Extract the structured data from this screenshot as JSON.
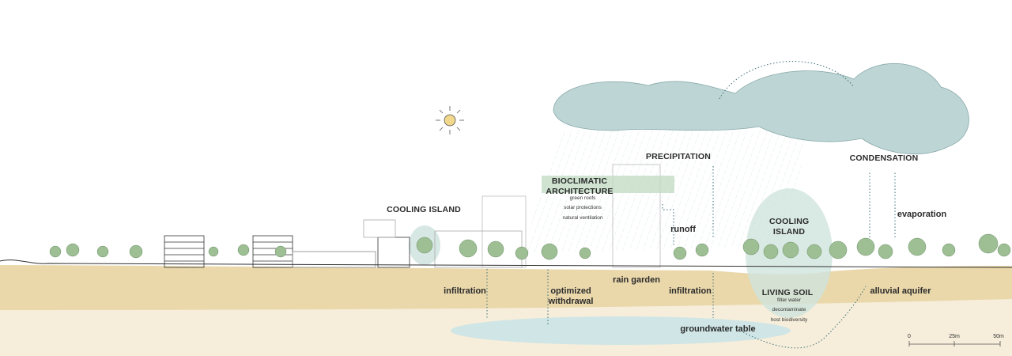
{
  "labels": {
    "cooling_island_left": "COOLING ISLAND",
    "bioclimatic": "BIOCLIMATIC ARCHITECTURE",
    "bioclimatic_items": [
      "green roofs",
      "solar protections",
      "natural ventilation"
    ],
    "precipitation": "PRECIPITATION",
    "condensation": "CONDENSATION",
    "runoff": "runoff",
    "cooling_island_right": "COOLING ISLAND",
    "evaporation": "evaporation",
    "infiltration_left": "infiltration",
    "optimized_withdrawal": "optimized withdrawal",
    "rain_garden": "rain garden",
    "infiltration_right": "infiltration",
    "living_soil": "LIVING SOIL",
    "living_soil_items": [
      "filter water",
      "decontaminate",
      "host biodiversity"
    ],
    "alluvial_aquifer": "alluvial aquifer",
    "groundwater_table": "groundwater table"
  },
  "scale_bar": {
    "ticks": [
      "0",
      "25m",
      "50m"
    ]
  },
  "colors": {
    "soil_top": "#e8d6a8",
    "soil_deep": "#f5ecd6",
    "water": "#cfe6e6",
    "cloud": "#b9d3d3",
    "green": "#8fb58a"
  }
}
